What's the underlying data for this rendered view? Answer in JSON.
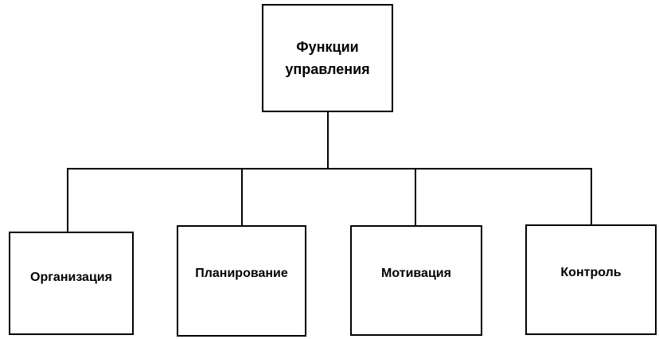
{
  "diagram": {
    "type": "hierarchy",
    "title": "Функции управления",
    "root": {
      "label": "Функции управления"
    },
    "children": [
      {
        "label": "Организация"
      },
      {
        "label": "Планирование"
      },
      {
        "label": "Мотивация"
      },
      {
        "label": "Контроль"
      }
    ],
    "edges": [
      [
        "Функции управления",
        "Организация"
      ],
      [
        "Функции управления",
        "Планирование"
      ],
      [
        "Функции управления",
        "Мотивация"
      ],
      [
        "Функции управления",
        "Контроль"
      ]
    ],
    "colors": {
      "background": "#ffffff",
      "line": "#000000",
      "box_border": "#000000",
      "box_fill": "#ffffff",
      "text": "#000000"
    }
  }
}
